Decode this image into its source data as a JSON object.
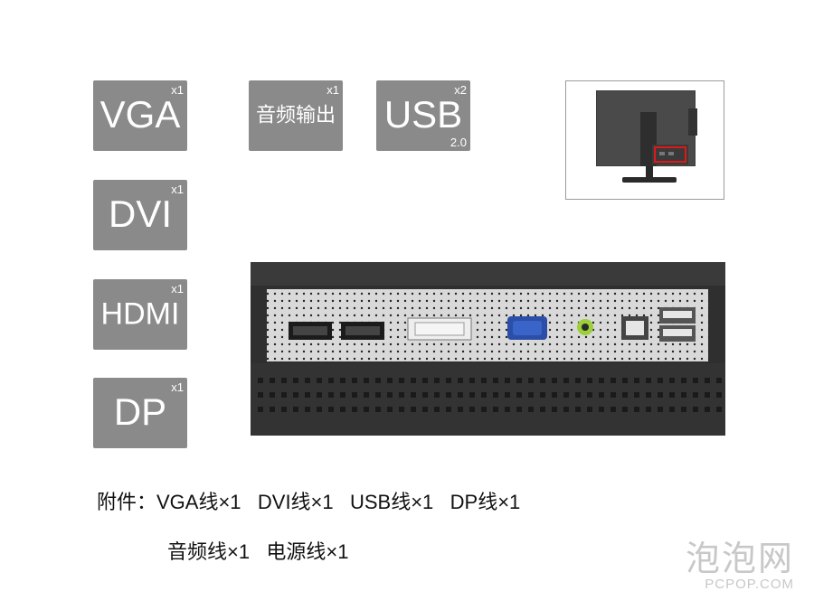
{
  "ports": [
    {
      "label": "VGA",
      "count": "x1"
    },
    {
      "label": "DVI",
      "count": "x1"
    },
    {
      "label": "HDMI",
      "count": "x1"
    },
    {
      "label": "DP",
      "count": "x1"
    },
    {
      "label": "音频输出",
      "count": "x1"
    },
    {
      "label": "USB",
      "count": "x2",
      "sub": "2.0"
    }
  ],
  "accessories": {
    "line1": "附件：VGA线×1   DVI线×1   USB线×1   DP线×1",
    "line2": "音频线×1   电源线×1"
  },
  "watermark": {
    "title": "泡泡网",
    "url": "PCPOP.COM"
  },
  "colors": {
    "tile": "#8a8a8a",
    "highlight": "#e01818",
    "vga_port": "#2b4fa8",
    "audio_jack": "#9ccf3a"
  }
}
